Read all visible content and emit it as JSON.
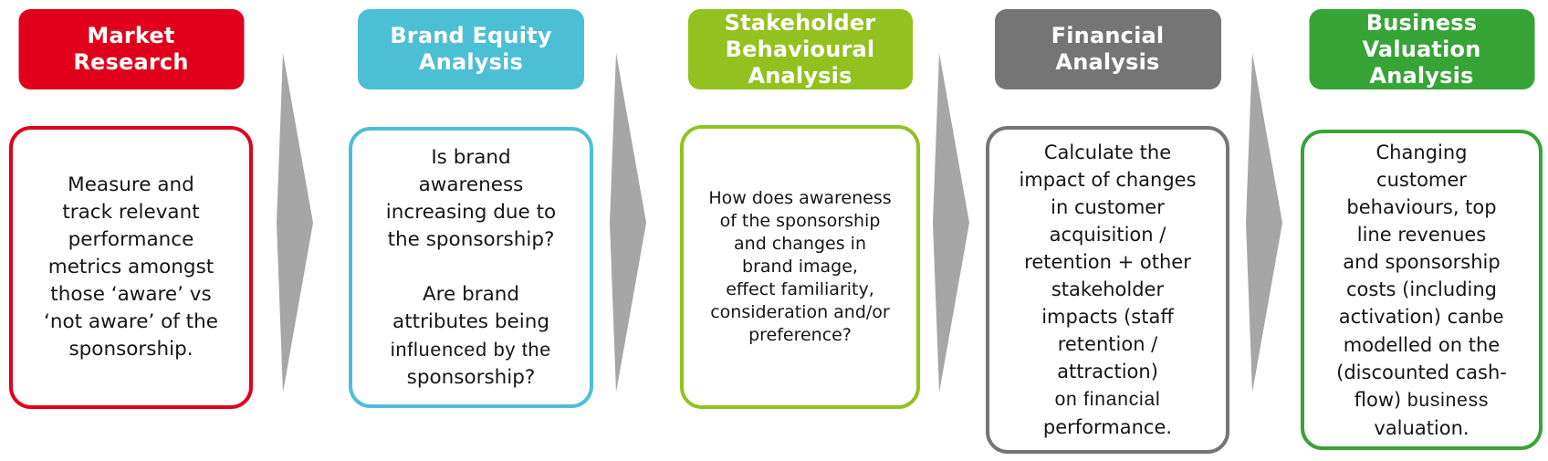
{
  "diagram": {
    "arrow_color": "#A6A6A6",
    "header_text_color": "#FFFFFF",
    "body_text_color": "#161616",
    "stages": [
      {
        "id": "market-research",
        "title": "Market\nResearch",
        "accent": "#E0001B",
        "body_lines": [
          "Measure and",
          "track relevant",
          "performance",
          "metrics amongst",
          "those ‘aware’ vs",
          "‘not aware’ of the",
          "sponsorship."
        ]
      },
      {
        "id": "brand-equity-analysis",
        "title": "Brand Equity\nAnalysis",
        "accent": "#4DBFD5",
        "body_lines": [
          "Is brand",
          "awareness",
          "increasing due to",
          "the sponsorship?",
          "",
          "Are brand",
          "attributes being",
          [
            {
              "t": "influenced by the",
              "alt": true
            }
          ],
          "sponsorship?"
        ]
      },
      {
        "id": "stakeholder-behavioural-analysis",
        "title": "Stakeholder\nBehavioural\nAnalysis",
        "accent": "#92C21F",
        "body_lines": [
          "How does awareness",
          "of the sponsorship",
          "and changes in",
          "brand image,",
          "effect familiarity,",
          "consideration and/or",
          "preference?"
        ]
      },
      {
        "id": "financial-analysis",
        "title": "Financial\nAnalysis",
        "accent": "#757575",
        "body_lines": [
          "Calculate the",
          "impact of changes",
          "in customer",
          "acquisition /",
          "retention + other",
          "stakeholder",
          "impacts (staff",
          "retention /",
          "attraction)",
          [
            {
              "t": "on financial",
              "alt": true
            }
          ],
          "performance."
        ]
      },
      {
        "id": "business-valuation-analysis",
        "title": "Business\nValuation\nAnalysis",
        "accent": "#36A437",
        "body_lines": [
          "Changing",
          "customer",
          "behaviours, top",
          "line revenues",
          "and sponsorship",
          "costs (including",
          [
            {
              "t": "activation) can"
            },
            {
              "t": "be",
              "alt": true
            }
          ],
          "modelled on the",
          "(discounted cash-",
          [
            {
              "t": "flow) "
            },
            {
              "t": "business",
              "alt": true
            }
          ],
          "valuation."
        ]
      }
    ]
  }
}
